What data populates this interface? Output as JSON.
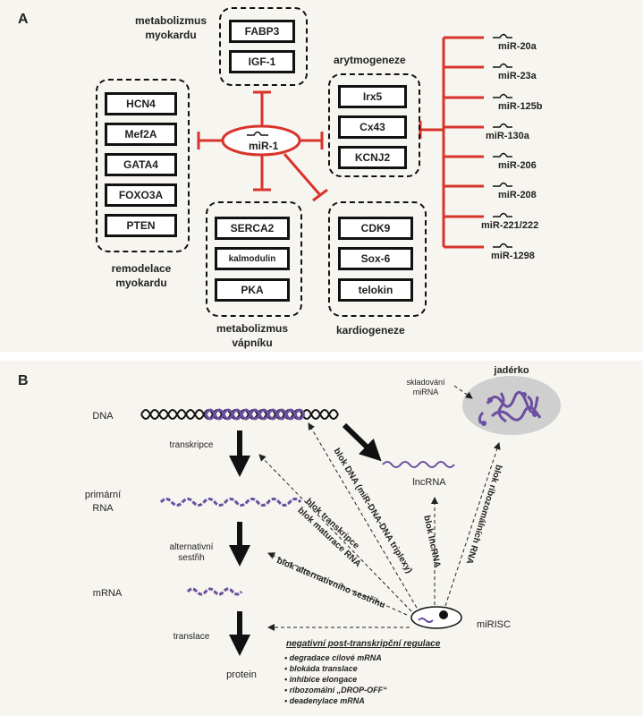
{
  "panel_a": {
    "label": "A",
    "center": "miR-1",
    "groups": {
      "metabolism": {
        "title_line1": "metabolizmus",
        "title_line2": "myokardu",
        "items": [
          "FABP3",
          "IGF-1"
        ]
      },
      "remodeling": {
        "title_line1": "remodelace",
        "title_line2": "myokardu",
        "items": [
          "HCN4",
          "Mef2A",
          "GATA4",
          "FOXO3A",
          "PTEN"
        ]
      },
      "arrhythmo": {
        "title": "arytmogeneze",
        "items": [
          "Irx5",
          "Cx43",
          "KCNJ2"
        ]
      },
      "calcium": {
        "title_line1": "metabolizmus",
        "title_line2": "vápníku",
        "items": [
          "SERCA2",
          "kalmodulin",
          "PKA"
        ]
      },
      "cardio": {
        "title": "kardiogeneze",
        "items": [
          "CDK9",
          "Sox-6",
          "telokin"
        ]
      }
    },
    "mirnas": [
      "miR-20a",
      "miR-23a",
      "miR-125b",
      "miR-130a",
      "miR-206",
      "miR-208",
      "miR-221/222",
      "miR-1298"
    ]
  },
  "panel_b": {
    "label": "B",
    "dna": "DNA",
    "transcription": "transkripce",
    "primary_rna_1": "primární",
    "primary_rna_2": "RNA",
    "splicing_1": "alternativní",
    "splicing_2": "sestřih",
    "mrna": "mRNA",
    "translation": "translace",
    "protein": "protein",
    "lncrna": "lncRNA",
    "nucleolus": "jadérko",
    "storage_1": "skladování",
    "storage_2": "miRNA",
    "mirisc": "miRISC",
    "blocks": {
      "dna": "blok DNA (miR-DNA-DNA triplexy)",
      "transcription": "blok transkripce",
      "maturation": "blok maturace RNA",
      "splicing": "blok alternativního sestřihu",
      "lncrna": "blok lncRNA",
      "ribosomal": "blok ribozomálních RNA"
    },
    "regulation_title": "negativní post-transkripční regulace",
    "regulation_items": [
      "degradace cílové mRNA",
      "blokáda translace",
      "inhibice elongace",
      "ribozomální „DROP-OFF“",
      "deadenylace mRNA"
    ]
  },
  "colors": {
    "inhibit": "#d9342b",
    "rna": "#6b4fa0",
    "panel_bg": "#f7f5f0"
  }
}
